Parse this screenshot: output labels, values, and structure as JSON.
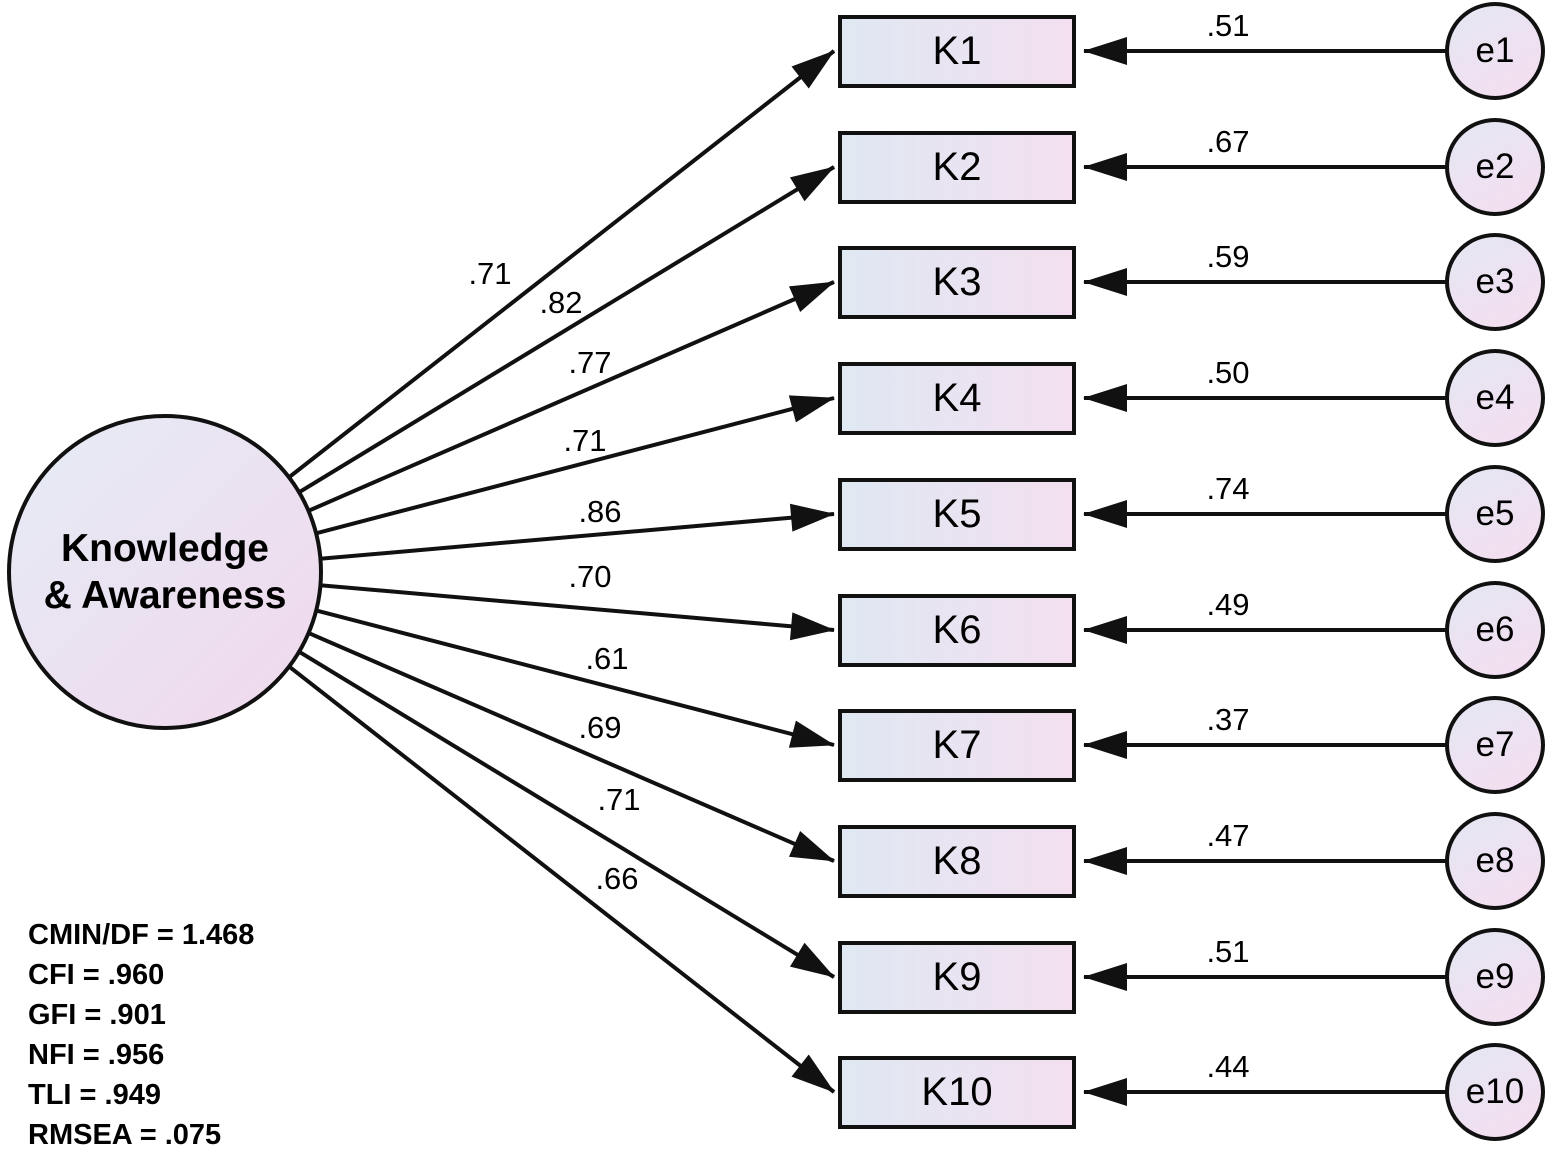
{
  "diagram": {
    "latent": {
      "label": "Knowledge & Awareness",
      "lines": [
        "Knowledge",
        "& Awareness"
      ]
    },
    "indicators": [
      {
        "name": "K1",
        "loading": ".71",
        "error_name": "e1",
        "error_value": ".51"
      },
      {
        "name": "K2",
        "loading": ".82",
        "error_name": "e2",
        "error_value": ".67"
      },
      {
        "name": "K3",
        "loading": ".77",
        "error_name": "e3",
        "error_value": ".59"
      },
      {
        "name": "K4",
        "loading": ".71",
        "error_name": "e4",
        "error_value": ".50"
      },
      {
        "name": "K5",
        "loading": ".86",
        "error_name": "e5",
        "error_value": ".74"
      },
      {
        "name": "K6",
        "loading": ".70",
        "error_name": "e6",
        "error_value": ".49"
      },
      {
        "name": "K7",
        "loading": ".61",
        "error_name": "e7",
        "error_value": ".37"
      },
      {
        "name": "K8",
        "loading": ".69",
        "error_name": "e8",
        "error_value": ".47"
      },
      {
        "name": "K9",
        "loading": ".71",
        "error_name": "e9",
        "error_value": ".51"
      },
      {
        "name": "K10",
        "loading": ".66",
        "error_name": "e10",
        "error_value": ".44"
      }
    ],
    "fit_statistics": [
      {
        "metric": "CMIN/DF",
        "value": "1.468",
        "text": "CMIN/DF = 1.468"
      },
      {
        "metric": "CFI",
        "value": ".960",
        "text": "CFI = .960"
      },
      {
        "metric": "GFI",
        "value": ".901",
        "text": "GFI = .901"
      },
      {
        "metric": "NFI",
        "value": ".956",
        "text": "NFI = .956"
      },
      {
        "metric": "TLI",
        "value": ".949",
        "text": "TLI = .949"
      },
      {
        "metric": "RMSEA",
        "value": ".075",
        "text": "RMSEA = .075"
      }
    ],
    "colors": {
      "background": "#ffffff",
      "shape_border": "#111111",
      "arrow": "#111111",
      "shape_fill_blue": "#dfe8f2",
      "shape_fill_pink": "#f3dff0",
      "text": "#000000"
    }
  }
}
